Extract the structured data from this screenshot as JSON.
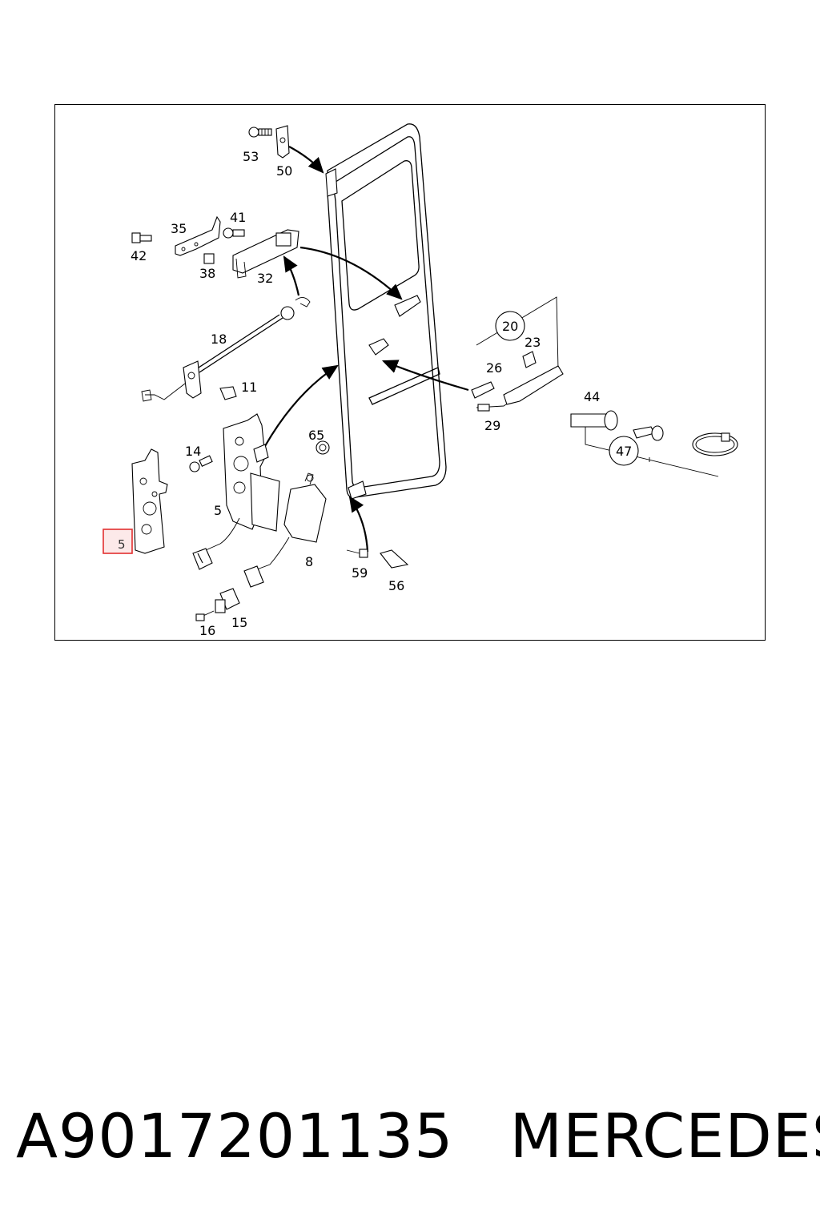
{
  "diagram": {
    "callouts": [
      "53",
      "50",
      "41",
      "35",
      "42",
      "38",
      "32",
      "18",
      "11",
      "14",
      "5",
      "65",
      "8",
      "59",
      "56",
      "16",
      "15",
      "20",
      "23",
      "26",
      "29",
      "44",
      "47"
    ],
    "highlight_label": "5"
  },
  "footer": {
    "part_number": "A9017201135",
    "brand": "MERCEDES"
  }
}
